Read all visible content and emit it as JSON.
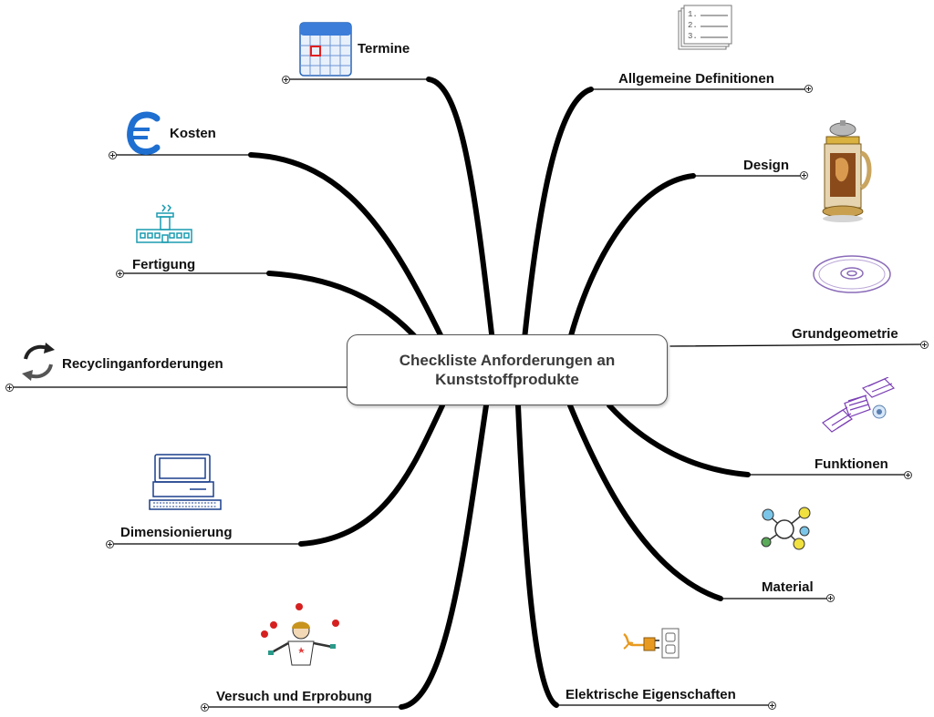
{
  "central": {
    "line1": "Checkliste Anforderungen an",
    "line2": "Kunststoffprodukte"
  },
  "branches": {
    "termine": "Termine",
    "kosten": "Kosten",
    "fertigung": "Fertigung",
    "recycling": "Recyclinganforderungen",
    "dimensionierung": "Dimensionierung",
    "versuch": "Versuch und Erprobung",
    "allgemein": "Allgemeine Definitionen",
    "design": "Design",
    "grundgeometrie": "Grundgeometrie",
    "funktionen": "Funktionen",
    "material": "Material",
    "elektrisch": "Elektrische Eigenschaften"
  },
  "list_icon": {
    "line1": "1.",
    "line2": "2.",
    "line3": "3."
  },
  "colors": {
    "line": "#000000",
    "border": "#555555",
    "calendar": "#3b7dd8",
    "euro": "#1f6fd1",
    "factory": "#1a9bb0",
    "cd": "#8a6bb8",
    "satellite": "#7b3fb5"
  },
  "icons": {
    "termine": "calendar-icon",
    "kosten": "euro-icon",
    "fertigung": "factory-icon",
    "recycling": "recycle-icon",
    "dimensionierung": "computer-icon",
    "versuch": "juggler-icon",
    "allgemein": "numbered-list-icon",
    "design": "beer-stein-icon",
    "grundgeometrie": "cd-disc-icon",
    "funktionen": "satellite-icon",
    "material": "molecule-icon",
    "elektrisch": "power-plug-icon"
  }
}
